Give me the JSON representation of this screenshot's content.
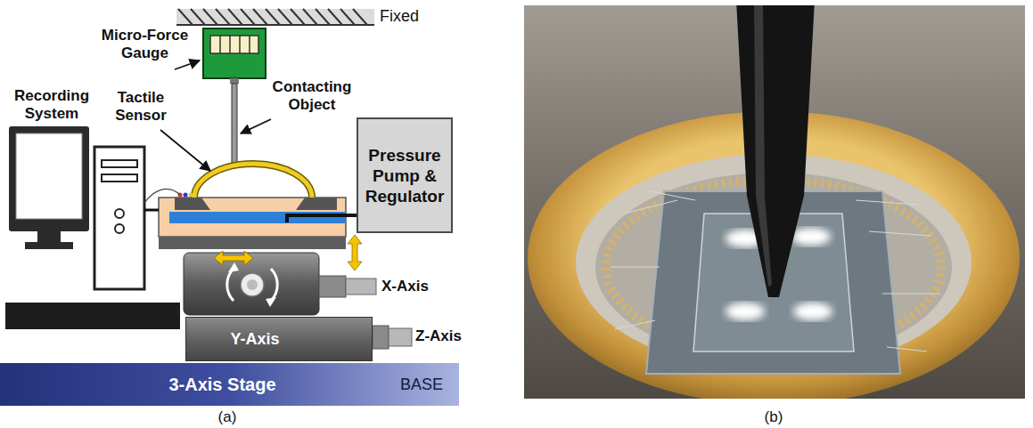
{
  "diagram": {
    "nodes": [
      {
        "text": [
          "Pressure Pump & Regulator"
        ]
      },
      {
        "text": [
          "3-Axis Stage",
          "BASE"
        ]
      },
      {
        "text": [
          "Y-Axis"
        ]
      }
    ],
    "labels": [
      "Fixed",
      "Micro-Force Gauge",
      "Contacting Object",
      "Tactile Sensor",
      "Recording System",
      "X-Axis",
      "Z-Axis",
      "(a)",
      "(b)"
    ]
  }
}
